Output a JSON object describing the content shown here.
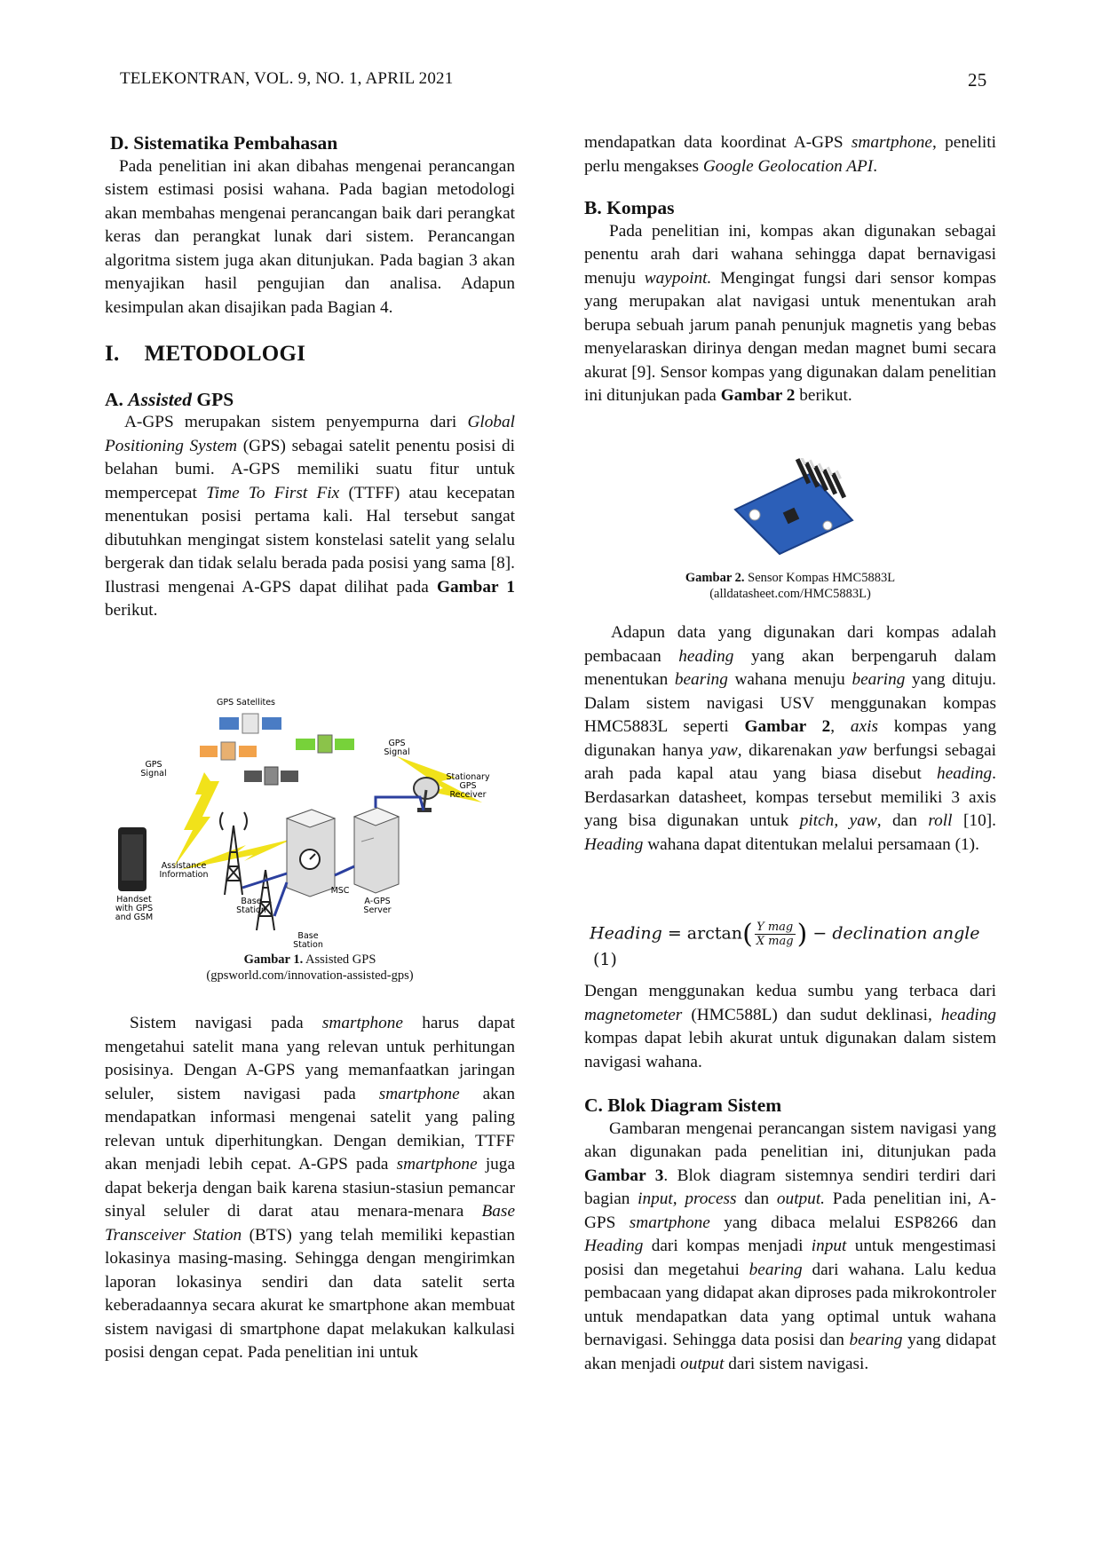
{
  "header": {
    "journal": "TELEKONTRAN, VOL. 9, NO. 1, APRIL 2021",
    "page_number": "25"
  },
  "left": {
    "sec_d_title": "D.  Sistematika Pembahasan",
    "sec_d_body": "Pada penelitian ini akan dibahas mengenai perancangan sistem estimasi posisi wahana. Pada bagian metodologi akan membahas mengenai perancangan baik dari perangkat keras dan perangkat lunak dari sistem. Perancangan algoritma sistem juga akan ditunjukan. Pada bagian 3 akan menyajikan hasil pengujian dan analisa. Adapun kesimpulan akan disajikan pada Bagian 4.",
    "chapter_num": "I.",
    "chapter_title": "METODOLOGI",
    "sec_a_prefix": "A.",
    "sec_a_italic": "Assisted",
    "sec_a_suffix": "GPS",
    "sec_a_p1_a": "A-GPS merupakan sistem penyempurna dari",
    "sec_a_p1_b": "Global Positioning System",
    "sec_a_p1_c": "(GPS) sebagai satelit penentu posisi di belahan bumi. A-GPS memiliki suatu fitur untuk mempercepat",
    "sec_a_p1_d": "Time To First Fix",
    "sec_a_p1_e": "(TTFF) atau kecepatan menentukan posisi pertama kali. Hal tersebut sangat dibutuhkan mengingat sistem konstelasi satelit yang selalu bergerak dan tidak selalu berada pada posisi yang sama [8]. Ilustrasi mengenai A-GPS dapat dilihat pada",
    "sec_a_p1_f": "Gambar 1",
    "sec_a_p1_g": "berikut.",
    "fig1": {
      "satellites": "GPS Satellites",
      "gps_signal_left": "GPS Signal",
      "gps_signal_right": "GPS Signal",
      "stationary": "Stationary GPS Receiver",
      "assist": "Assistance Information",
      "handset": "Handset with GPS and GSM",
      "base1": "Base Station",
      "base2": "Base Station",
      "msc": "MSC",
      "agps_server": "A-GPS Server"
    },
    "fig1_caption_label": "Gambar 1.",
    "fig1_caption_text": "Assisted GPS",
    "fig1_source": "(gpsworld.com/innovation-assisted-gps)",
    "p2_a": "Sistem navigasi pada",
    "p2_b": "smartphone",
    "p2_c": "harus dapat mengetahui satelit mana yang relevan untuk perhitungan posisinya. Dengan A-GPS yang memanfaatkan jaringan seluler, sistem navigasi pada",
    "p2_d": "smartphone",
    "p2_e": "akan mendapatkan informasi mengenai satelit yang paling relevan untuk diperhitungkan. Dengan demikian, TTFF akan menjadi lebih cepat. A-GPS pada",
    "p2_f": "smartphone",
    "p2_g": "juga dapat bekerja dengan baik karena stasiun-stasiun pemancar sinyal seluler di darat atau menara-menara",
    "p2_h": "Base Transceiver Station",
    "p2_i": "(BTS) yang telah memiliki kepastian lokasinya masing-masing. Sehingga dengan mengirimkan laporan lokasinya sendiri dan data satelit serta keberadaannya secara akurat ke smartphone akan membuat sistem navigasi di smartphone dapat melakukan kalkulasi posisi dengan cepat. Pada penelitian ini untuk"
  },
  "right": {
    "cont_a": "mendapatkan data koordinat A-GPS",
    "cont_b": "smartphone",
    "cont_c": ", peneliti perlu mengakses",
    "cont_d": "Google Geolocation API",
    "cont_e": ".",
    "sec_b_title": "B. Kompas",
    "sec_b_a": "Pada penelitian ini, kompas akan digunakan sebagai penentu arah dari wahana sehingga dapat bernavigasi menuju",
    "sec_b_b": "waypoint.",
    "sec_b_c": "Mengingat fungsi dari sensor kompas yang merupakan alat navigasi untuk menentukan arah berupa sebuah jarum panah penunjuk magnetis yang bebas menyelaraskan dirinya dengan medan magnet bumi secara akurat [9]. Sensor kompas yang digunakan dalam penelitian ini ditunjukan pada",
    "sec_b_d": "Gambar 2",
    "sec_b_e": "berikut.",
    "fig2_caption_label": "Gambar 2.",
    "fig2_caption_text": "Sensor Kompas HMC5883L",
    "fig2_source": "(alldatasheet.com/HMC5883L)",
    "p3_a": "Adapun data yang digunakan dari kompas adalah pembacaan",
    "p3_b": "heading",
    "p3_c": "yang akan berpengaruh dalam menentukan",
    "p3_d": "bearing",
    "p3_e": "wahana menuju",
    "p3_f": "bearing",
    "p3_g": "yang dituju. Dalam sistem navigasi USV menggunakan kompas HMC5883L seperti",
    "p3_h": "Gambar 2",
    "p3_i": ",",
    "p3_j": "axis",
    "p3_k": "kompas yang digunakan hanya",
    "p3_l": "yaw",
    "p3_m": ", dikarenakan",
    "p3_n": "yaw",
    "p3_o": "berfungsi sebagai arah pada kapal atau yang biasa disebut",
    "p3_p": "heading",
    "p3_q": ". Berdasarkan datasheet, kompas tersebut memiliki 3 axis yang bisa digunakan untuk",
    "p3_r": "pitch, yaw",
    "p3_s": ", dan",
    "p3_t": "roll",
    "p3_u": "[10].",
    "p3_v": "Heading",
    "p3_w": "wahana dapat ditentukan melalui persamaan (1).",
    "eq_lhs": "Heading",
    "eq_eq": "=",
    "eq_fn": "arctan",
    "eq_num": "Y mag",
    "eq_den": "X mag",
    "eq_minus": "−",
    "eq_rhs": "declination angle",
    "eq_no": "(1)",
    "p4_a": "Dengan menggunakan kedua sumbu yang terbaca dari",
    "p4_b": "magnetometer",
    "p4_c": "(HMC588L) dan sudut deklinasi,",
    "p4_d": "heading",
    "p4_e": "kompas dapat lebih akurat untuk digunakan dalam sistem navigasi wahana.",
    "sec_c_title": "C. Blok Diagram Sistem",
    "p5_a": "Gambaran mengenai perancangan sistem navigasi yang akan digunakan pada penelitian ini, ditunjukan pada",
    "p5_b": "Gambar 3",
    "p5_c": ". Blok diagram sistemnya sendiri terdiri dari bagian",
    "p5_d": "input, process",
    "p5_e": "dan",
    "p5_f": "output.",
    "p5_g": "Pada penelitian ini, A-GPS",
    "p5_h": "smartphone",
    "p5_i": "yang dibaca melalui ESP8266 dan",
    "p5_j": "Heading",
    "p5_k": "dari kompas menjadi",
    "p5_l": "input",
    "p5_m": "untuk mengestimasi posisi dan megetahui",
    "p5_n": "bearing",
    "p5_o": "dari wahana. Lalu kedua pembacaan yang didapat akan diproses pada mikrokontroler untuk mendapatkan data yang optimal untuk wahana bernavigasi. Sehingga data posisi dan",
    "p5_p": "bearing",
    "p5_q": "yang didapat akan menjadi",
    "p5_r": "output",
    "p5_s": "dari sistem navigasi."
  }
}
